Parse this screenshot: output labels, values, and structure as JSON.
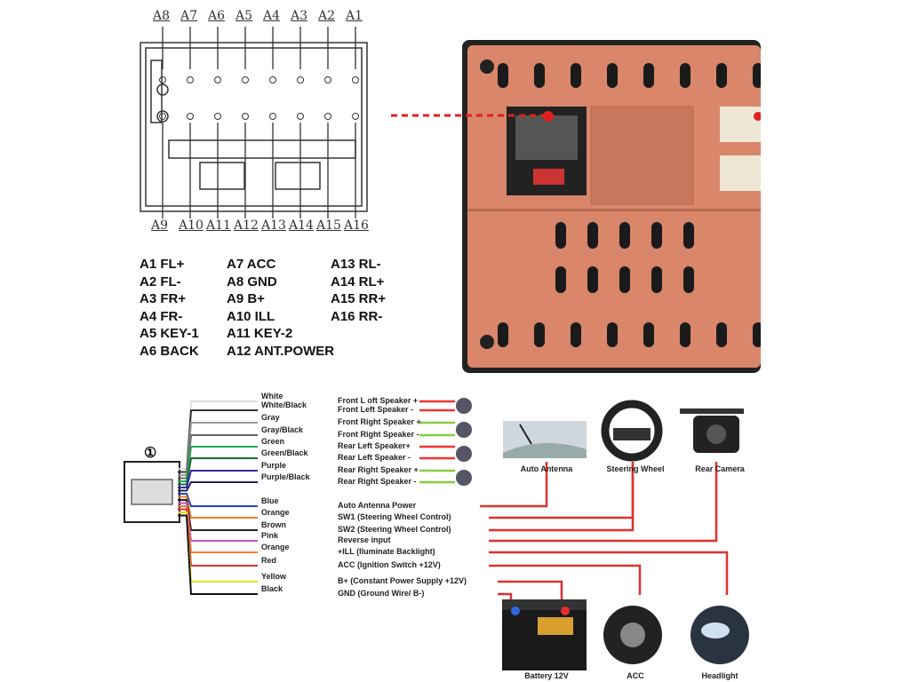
{
  "connector": {
    "top_pins": [
      "A8",
      "A7",
      "A6",
      "A5",
      "A4",
      "A3",
      "A2",
      "A1"
    ],
    "bottom_pins": [
      "A9",
      "A10",
      "A11",
      "A12",
      "A13",
      "A14",
      "A15",
      "A16"
    ]
  },
  "legend": {
    "columns": [
      [
        "A1 FL+",
        "A2 FL-",
        "A3 FR+",
        "A4 FR-",
        "A5 KEY-1",
        "A6 BACK"
      ],
      [
        "A7 ACC",
        "A8 GND",
        "A9 B+",
        "A10 ILL",
        "A11 KEY-2",
        "A12 ANT.POWER"
      ],
      [
        "A13 RL-",
        "A14 RL+",
        "A15 RR+",
        "A16 RR-"
      ]
    ]
  },
  "harness": {
    "number": "①",
    "wires": [
      {
        "color_name": "White",
        "hex": "#dddddd",
        "function": "Front L oft Speaker +",
        "target": "#e33"
      },
      {
        "color_name": "White/Black",
        "hex": "#333333",
        "function": "Front Left Speaker -",
        "target": "#e33"
      },
      {
        "color_name": "Gray",
        "hex": "#999999",
        "function": "Front Right Speaker +",
        "target": "#8c4"
      },
      {
        "color_name": "Gray/Black",
        "hex": "#666666",
        "function": "Front Right Speaker -",
        "target": "#8c4"
      },
      {
        "color_name": "Green",
        "hex": "#22aa55",
        "function": "Rear Left Speaker+",
        "target": "#e33"
      },
      {
        "color_name": "Green/Black",
        "hex": "#1a6b3a",
        "function": "Rear Left Speaker -",
        "target": "#e33"
      },
      {
        "color_name": "Purple",
        "hex": "#3a2aa0",
        "function": "Rear Right Speaker +",
        "target": "#8c4"
      },
      {
        "color_name": "Purple/Black",
        "hex": "#202060",
        "function": "Rear Right Speaker -",
        "target": "#8c4"
      },
      {
        "color_name": "Blue",
        "hex": "#2244bb",
        "function": "Auto Antenna Power",
        "target": "#e33"
      },
      {
        "color_name": "Orange",
        "hex": "#f08030",
        "function": "SW1 (Steering Wheel Control)",
        "target": "#e33"
      },
      {
        "color_name": "Brown",
        "hex": "#222222",
        "function": "SW2 (Steering Wheel Control)",
        "target": "#e33"
      },
      {
        "color_name": "Pink",
        "hex": "#d050c0",
        "function": "Reverse input",
        "target": "#e33"
      },
      {
        "color_name": "Orange",
        "hex": "#f08030",
        "function": "+ILL (Iluminate Backlight)",
        "target": "#e33"
      },
      {
        "color_name": "Red",
        "hex": "#e03030",
        "function": "ACC (Ignition Switch +12V)",
        "target": "#e33"
      },
      {
        "color_name": "Yellow",
        "hex": "#e8e020",
        "function": "B+ (Constant Power Supply +12V)",
        "target": "#e33"
      },
      {
        "color_name": "Black",
        "hex": "#111111",
        "function": "GND (Ground Wire/ B-)",
        "target": "#e33"
      }
    ]
  },
  "devices": {
    "antenna": "Auto Antenna",
    "steering": "Steering Wheel",
    "camera": "Rear Camera",
    "battery": "Battery 12V",
    "acc": "ACC",
    "headlight": "Headlight"
  },
  "colors": {
    "unit_body": "#d9866a",
    "accent_red": "#e02020"
  }
}
